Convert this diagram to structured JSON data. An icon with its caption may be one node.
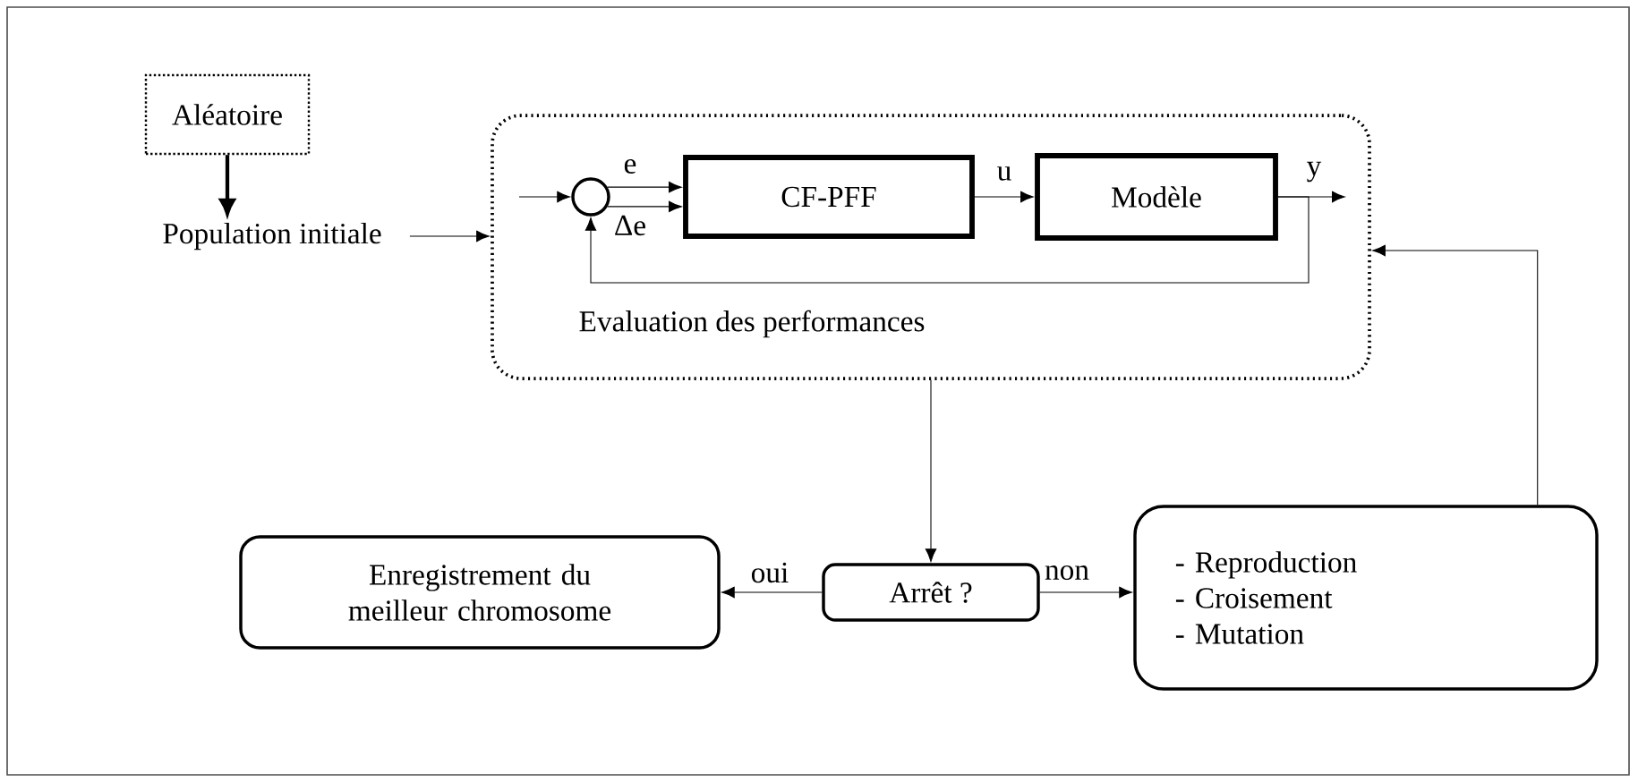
{
  "diagram": {
    "nodes": [
      {
        "text": [
          "Aléatoire"
        ]
      },
      {
        "text": [
          "Population initiale"
        ]
      },
      {
        "text": [
          "Evaluation des performances"
        ]
      },
      {
        "text": [],
        "shape": "circle",
        "in": 2
      },
      {
        "text": [
          "CF-PFF"
        ],
        "in": 2
      },
      {
        "text": [
          "Modèle"
        ],
        "in": 2
      },
      {
        "text": [
          "Arrêt ?"
        ]
      },
      {
        "text": [
          "Enregistrement du meilleur chromosome"
        ]
      },
      {
        "text": [
          "- Reproduction",
          "- Croisement",
          "- Mutation"
        ]
      }
    ],
    "edges": [
      {
        "from": 0,
        "to": 1,
        "arrow": "to",
        "style": "thick"
      },
      {
        "from": 1,
        "to": 2,
        "arrow": "to"
      },
      {
        "from": null,
        "to": 3,
        "arrow": "to"
      },
      {
        "from": 3,
        "to": 4,
        "arrow": "to",
        "label": "e"
      },
      {
        "from": 3,
        "to": 4,
        "arrow": "to",
        "label": "Δe"
      },
      {
        "from": 4,
        "to": 5,
        "arrow": "to",
        "label": "u"
      },
      {
        "from": 5,
        "to": null,
        "arrow": "to",
        "label": "y"
      },
      {
        "from": 5,
        "to": 3,
        "arrow": "to"
      },
      {
        "from": 2,
        "to": 6,
        "arrow": "to"
      },
      {
        "from": 6,
        "to": 7,
        "arrow": "to",
        "label": "oui"
      },
      {
        "from": 6,
        "to": 8,
        "arrow": "to",
        "label": "non"
      },
      {
        "from": 8,
        "to": 2,
        "arrow": "to"
      }
    ]
  }
}
